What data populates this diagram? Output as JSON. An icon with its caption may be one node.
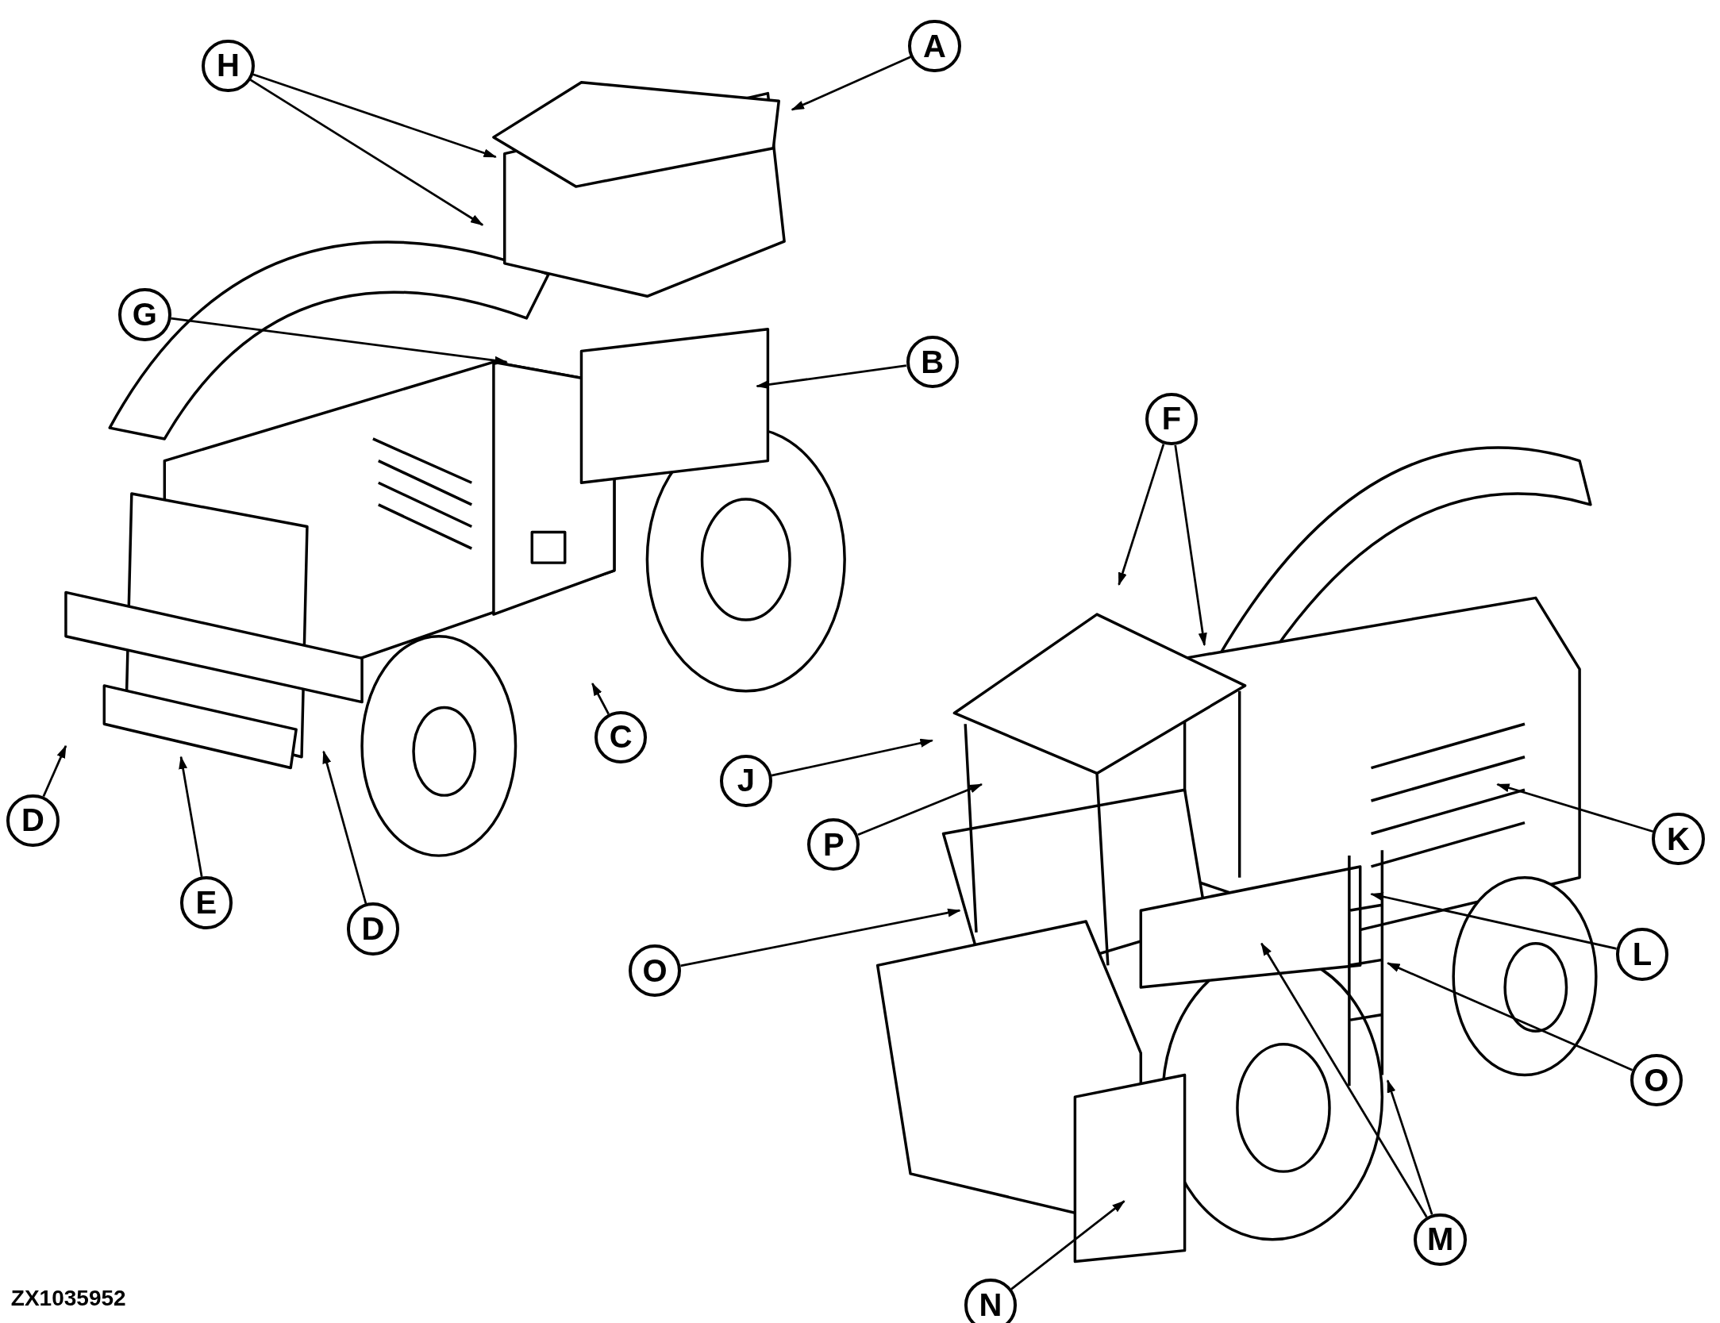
{
  "diagram": {
    "nodes": [
      {
        "text": [
          "A"
        ]
      },
      {
        "text": [
          "H"
        ]
      },
      {
        "text": [
          "G"
        ]
      },
      {
        "text": [
          "B"
        ]
      },
      {
        "text": [
          "F"
        ]
      },
      {
        "text": [
          "J"
        ]
      },
      {
        "text": [
          "C"
        ]
      },
      {
        "text": [
          "P"
        ]
      },
      {
        "text": [
          "K"
        ]
      },
      {
        "text": [
          "D"
        ]
      },
      {
        "text": [
          "E"
        ]
      },
      {
        "text": [
          "D"
        ]
      },
      {
        "text": [
          "L"
        ]
      },
      {
        "text": [
          "O"
        ]
      },
      {
        "text": [
          "O"
        ]
      },
      {
        "text": [
          "M"
        ]
      },
      {
        "text": [
          "N"
        ]
      }
    ],
    "edges": [
      {
        "from": 0,
        "to": null,
        "arrow": "to"
      },
      {
        "from": 1,
        "to": null,
        "arrow": "to"
      },
      {
        "from": 1,
        "to": null,
        "arrow": "to"
      },
      {
        "from": 2,
        "to": null,
        "arrow": "to"
      },
      {
        "from": 3,
        "to": null,
        "arrow": "to"
      },
      {
        "from": 4,
        "to": null,
        "arrow": "to"
      },
      {
        "from": 4,
        "to": null,
        "arrow": "to"
      },
      {
        "from": 5,
        "to": null,
        "arrow": "to"
      },
      {
        "from": 6,
        "to": null,
        "arrow": "to"
      },
      {
        "from": 7,
        "to": null,
        "arrow": "to"
      },
      {
        "from": 8,
        "to": null,
        "arrow": "to"
      },
      {
        "from": 9,
        "to": null,
        "arrow": "to"
      },
      {
        "from": 10,
        "to": null,
        "arrow": "to"
      },
      {
        "from": 11,
        "to": null,
        "arrow": "to"
      },
      {
        "from": 12,
        "to": null,
        "arrow": "to"
      },
      {
        "from": 13,
        "to": null,
        "arrow": "to"
      },
      {
        "from": 14,
        "to": null,
        "arrow": "to"
      },
      {
        "from": 15,
        "to": null,
        "arrow": "to"
      },
      {
        "from": 15,
        "to": null,
        "arrow": "to"
      },
      {
        "from": 16,
        "to": null,
        "arrow": "to"
      }
    ],
    "labels": [
      "ZX1035952"
    ]
  }
}
